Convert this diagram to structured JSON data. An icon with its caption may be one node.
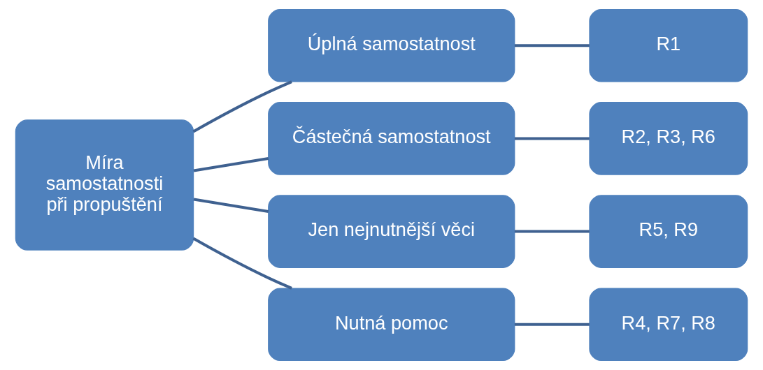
{
  "diagram": {
    "nodes": [
      {
        "text": [
          "Míra samostatnosti při propuštění"
        ]
      },
      {
        "text": [
          "Úplná samostatnost"
        ]
      },
      {
        "text": [
          "Částečná samostatnost"
        ]
      },
      {
        "text": [
          "Jen nejnutnější věci"
        ]
      },
      {
        "text": [
          "Nutná pomoc"
        ]
      },
      {
        "text": [
          "R1"
        ]
      },
      {
        "text": [
          "R2, R3, R6"
        ]
      },
      {
        "text": [
          "R5, R9"
        ]
      },
      {
        "text": [
          "R4, R7, R8"
        ]
      }
    ],
    "edges": [
      {
        "from": 0,
        "to": 1,
        "arrow": "none"
      },
      {
        "from": 0,
        "to": 2,
        "arrow": "none"
      },
      {
        "from": 0,
        "to": 3,
        "arrow": "none"
      },
      {
        "from": 0,
        "to": 4,
        "arrow": "none"
      },
      {
        "from": 1,
        "to": 5,
        "arrow": "none"
      },
      {
        "from": 2,
        "to": 6,
        "arrow": "none"
      },
      {
        "from": 3,
        "to": 7,
        "arrow": "none"
      },
      {
        "from": 4,
        "to": 8,
        "arrow": "none"
      }
    ]
  }
}
